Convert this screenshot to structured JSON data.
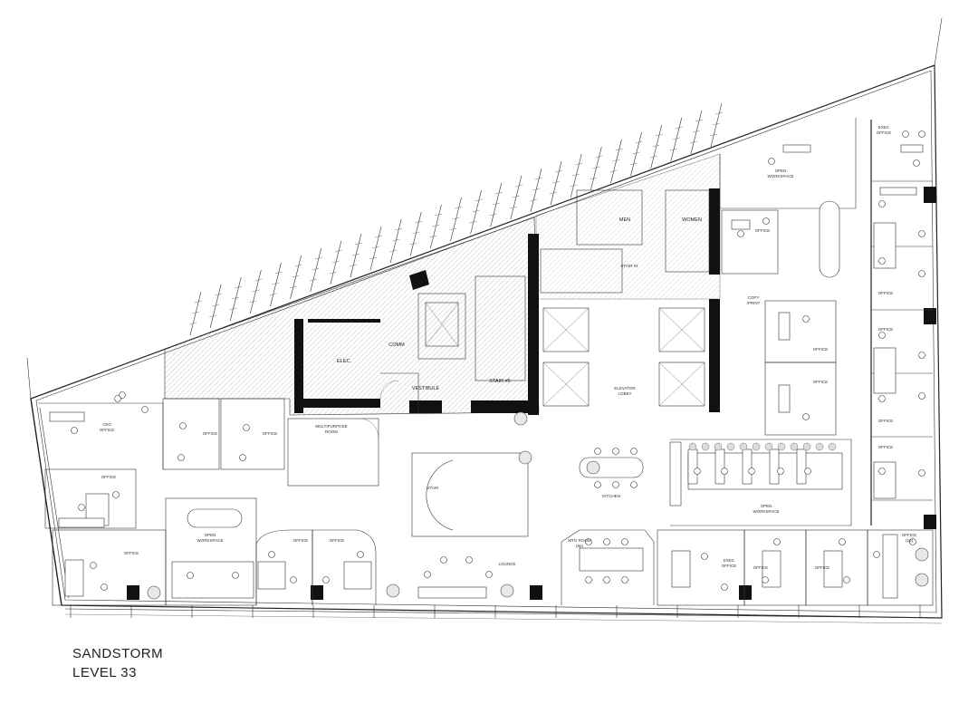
{
  "caption": {
    "project": "SANDSTORM",
    "level": "LEVEL 33"
  },
  "rooms": {
    "exec_office_ne": "EXEC\nOFFICE",
    "open_workspace_ne": "OPEN\nWORKSPACE",
    "office_ne": "OFFICE",
    "men": "MEN",
    "women": "WOMEN",
    "stair4": "STAIR #4",
    "copy_print": "COPY\n/PRINT",
    "elec": "ELEC.",
    "comm": "COMM",
    "vestibule": "VESTIBULE",
    "stair5": "STAIR #5",
    "elevator_lobby": "ELEVATOR\nLOBBY",
    "office_e1": "OFFICE",
    "office_e2": "OFFICE",
    "office_e3": "OFFICE",
    "office_e4": "OFFICE",
    "office_e5": "OFFICE",
    "office_e6": "OFFICE",
    "ceo_office": "CEO\nOFFICE",
    "office_w1": "OFFICE",
    "office_w2": "OFFICE",
    "multipurpose_room": "MULTIPURPOSE\nROOM",
    "stair": "STAIR",
    "kitchen": "KITCHEN",
    "open_workspace_e": "OPEN\nWORKSPACE",
    "office_sw1": "OFFICE",
    "office_sw2": "OFFICE",
    "open_workspace_sw": "OPEN\nWORKSPACE",
    "office_s1": "OFFICE",
    "office_s2": "OFFICE",
    "lounge": "LOUNGE",
    "mtg_room": "MTG ROOM\n(8p)",
    "exec_office_s": "EXEC\nOFFICE",
    "office_s3": "OFFICE",
    "office_s4": "OFFICE",
    "office_2p": "OFFICE\n(2p)"
  }
}
